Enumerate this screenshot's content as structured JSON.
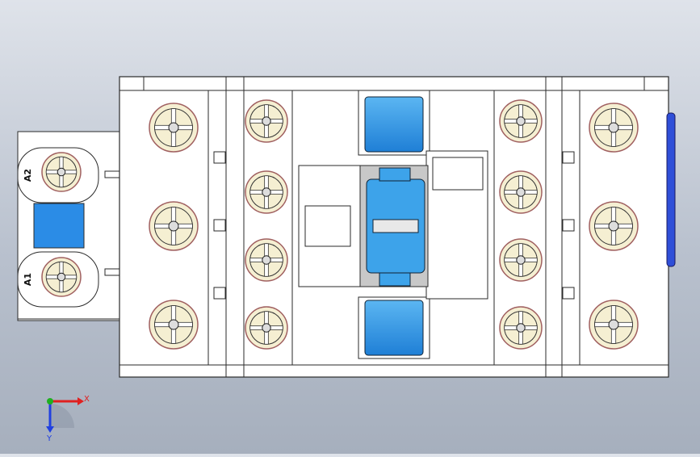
{
  "viewport": {
    "background_top": "#dfe3ea",
    "background_bottom": "#a6afbd"
  },
  "colors": {
    "body_fill": "#ffffff",
    "outline": "#2a2a2a",
    "terminal_fill": "#f5efd2",
    "terminal_ring": "#a06060",
    "coil_blue": "#2b8ce6",
    "armature_blue": "#3da3ea",
    "core_gray": "#c8c8c8",
    "side_blue": "#2f4fd8"
  },
  "coil": {
    "terminal_top_label": "A2",
    "terminal_bottom_label": "A1"
  },
  "triad": {
    "x_label": "X",
    "y_label": "Y",
    "x_color": "#e02020",
    "y_color": "#20b020",
    "z_color": "#2040e0"
  }
}
